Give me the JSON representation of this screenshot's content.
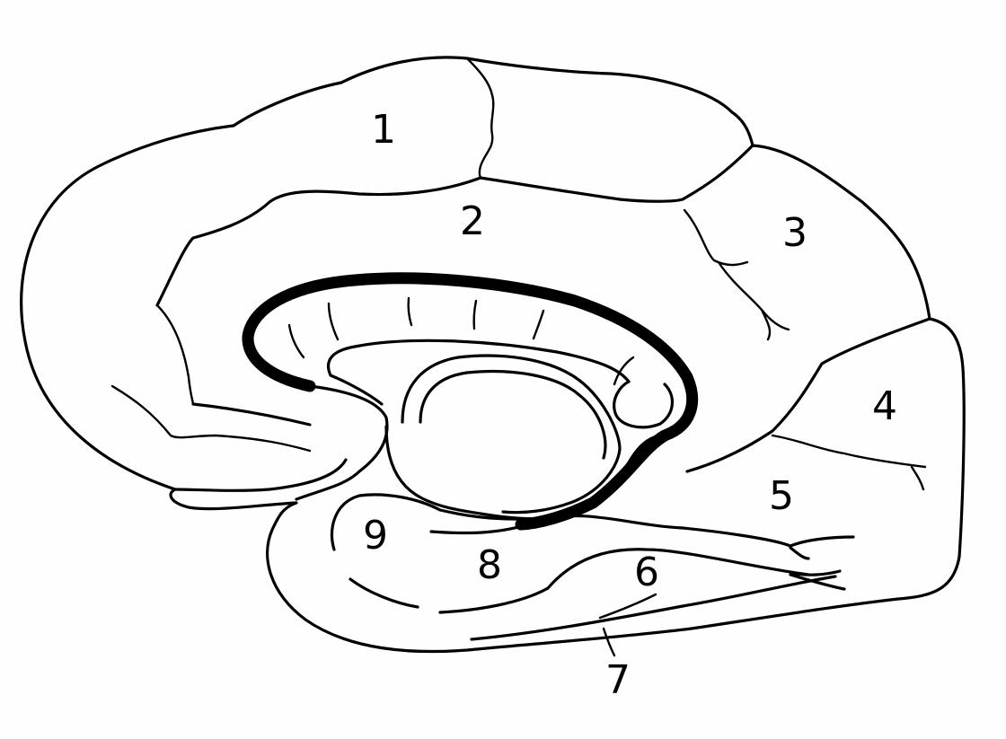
{
  "labels": {
    "l1": "1",
    "l2": "2",
    "l3": "3",
    "l4": "4",
    "l5": "5",
    "l6": "6",
    "l7": "7",
    "l8": "8",
    "l9": "9"
  },
  "colors": {
    "ink": "#000000",
    "paper": "#fefefe"
  }
}
